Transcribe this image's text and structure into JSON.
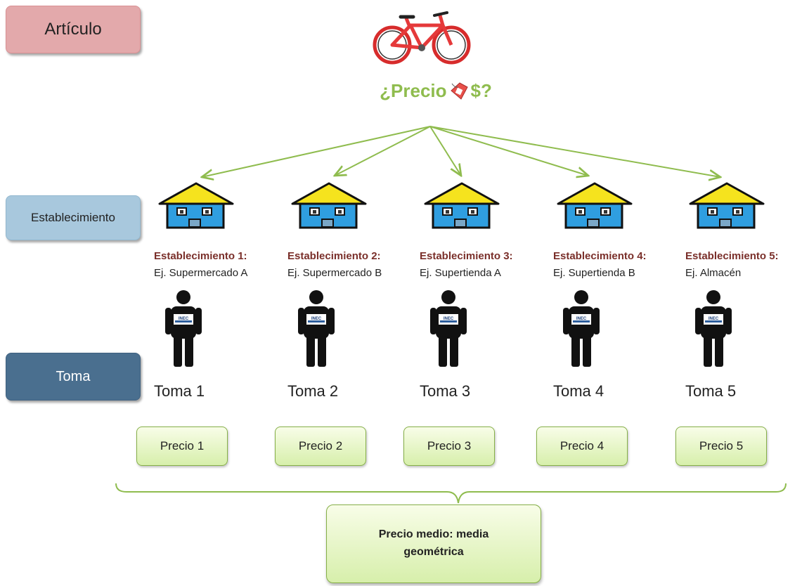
{
  "labels": {
    "articulo": "Artículo",
    "establecimiento": "Establecimiento",
    "toma": "Toma"
  },
  "question": {
    "prefix": "¿Precio",
    "suffix": "$?"
  },
  "establishments": [
    {
      "title": "Establecimiento 1:",
      "desc": "Ej. Supermercado A",
      "toma": "Toma 1",
      "price": "Precio 1"
    },
    {
      "title": "Establecimiento 2:",
      "desc": "Ej. Supermercado B",
      "toma": "Toma 2",
      "price": "Precio 2"
    },
    {
      "title": "Establecimiento 3:",
      "desc": "Ej. Supertienda A",
      "toma": "Toma 3",
      "price": "Precio 3"
    },
    {
      "title": "Establecimiento 4:",
      "desc": "Ej. Supertienda B",
      "toma": "Toma 4",
      "price": "Precio 4"
    },
    {
      "title": "Establecimiento 5:",
      "desc": "Ej. Almacén",
      "toma": "Toma 5",
      "price": "Precio 5"
    }
  ],
  "badge_text": "INEC",
  "result": "Precio medio: media geométrica",
  "icons": {
    "product": "bicycle-icon",
    "tag": "price-tag-icon",
    "store": "store-house-icon",
    "collector": "person-icon"
  },
  "colors": {
    "question": "#8fbc4e",
    "arrows": "#8fbc4e",
    "est_title": "#7a2f2a",
    "roof": "#f5e31e",
    "wall": "#2f9ee0"
  }
}
